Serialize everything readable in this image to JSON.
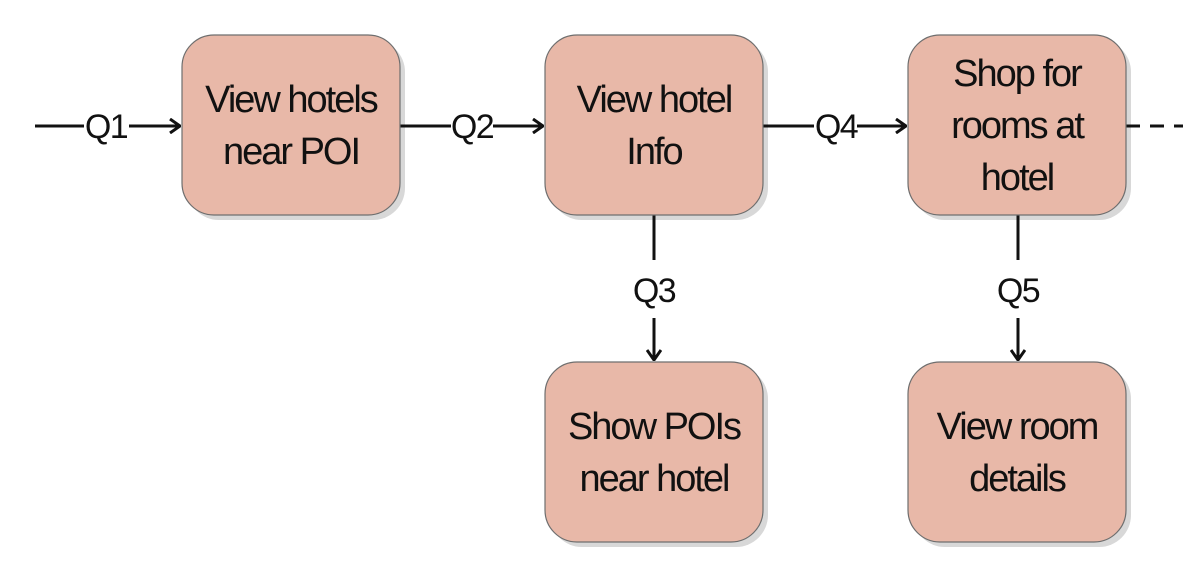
{
  "nodes": {
    "n1": {
      "lines": [
        "View hotels",
        "near POI"
      ]
    },
    "n2": {
      "lines": [
        "View hotel",
        "Info"
      ]
    },
    "n3": {
      "lines": [
        "Shop for",
        "rooms at",
        "hotel"
      ]
    },
    "n4": {
      "lines": [
        "Show POIs",
        "near hotel"
      ]
    },
    "n5": {
      "lines": [
        "View room",
        "details"
      ]
    }
  },
  "edges": {
    "q1": "Q1",
    "q2": "Q2",
    "q3": "Q3",
    "q4": "Q4",
    "q5": "Q5"
  },
  "colors": {
    "node_fill": "#e8b8a8",
    "line": "#111111"
  }
}
